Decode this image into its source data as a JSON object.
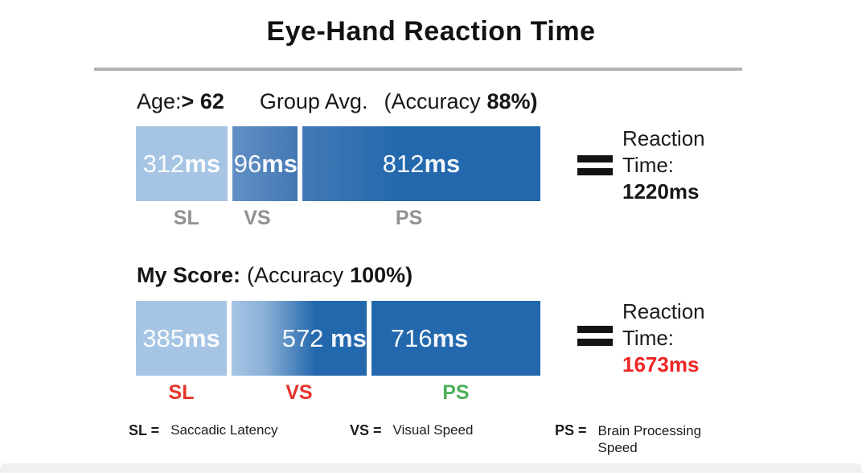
{
  "title": "Eye-Hand Reaction Time",
  "colors": {
    "bar_light_blue": "#a6c5e4",
    "bar_medium_blue": "#4377b4",
    "bar_dark_blue": "#2368ad",
    "abbr_gray": "#8f9194",
    "abbr_red": "#e6332a",
    "abbr_green": "#4db05b",
    "result_red": "#ee2524",
    "divider_gray": "#b3b3b3"
  },
  "chart_data": {
    "type": "bar",
    "orientation": "horizontal_stacked",
    "title": "Eye-Hand Reaction Time",
    "unit": "ms",
    "categories": [
      "SL",
      "VS",
      "PS"
    ],
    "series": [
      {
        "name": "Group Avg.",
        "age_label": "Age:",
        "age_value": "> 62",
        "group_label": "Group Avg.",
        "accuracy_prefix": "(Accuracy",
        "accuracy_value": "88%)",
        "values": [
          312,
          96,
          812
        ],
        "total": 1220,
        "equals": "=",
        "result_line1": "Reaction",
        "result_line2": "Time:",
        "result_value": "1220ms",
        "segments": [
          {
            "abbr": "SL",
            "num": "312",
            "suffix": "ms",
            "value": 312
          },
          {
            "abbr": "VS",
            "num": "96",
            "suffix": "ms",
            "value": 96
          },
          {
            "abbr": "PS",
            "num": "812",
            "suffix": "ms",
            "value": 812
          }
        ]
      },
      {
        "name": "My Score:",
        "accuracy_prefix": "(Accuracy",
        "accuracy_value": "100%)",
        "values": [
          385,
          572,
          716
        ],
        "total": 1673,
        "equals": "=",
        "result_line1": "Reaction",
        "result_line2": "Time:",
        "result_value": "1673ms",
        "segments": [
          {
            "abbr": "SL",
            "num": "385",
            "suffix": "ms",
            "value": 385
          },
          {
            "abbr": "VS",
            "num": "572 ",
            "suffix": "ms",
            "value": 572
          },
          {
            "abbr": "PS",
            "num": "716",
            "suffix": "ms",
            "value": 716
          }
        ]
      }
    ],
    "legend": [
      {
        "key": "SL =",
        "label": "Saccadic Latency"
      },
      {
        "key": "VS =",
        "label": "Visual Speed"
      },
      {
        "key": "PS =",
        "label": "Brain Processing Speed"
      }
    ],
    "legend_display": [
      {
        "key": "SL =",
        "label": "Saccadic Latency"
      },
      {
        "key": "VS =",
        "label": "Visual Speed"
      },
      {
        "key": "PS =",
        "label": "Brain Processing Speed"
      }
    ]
  }
}
